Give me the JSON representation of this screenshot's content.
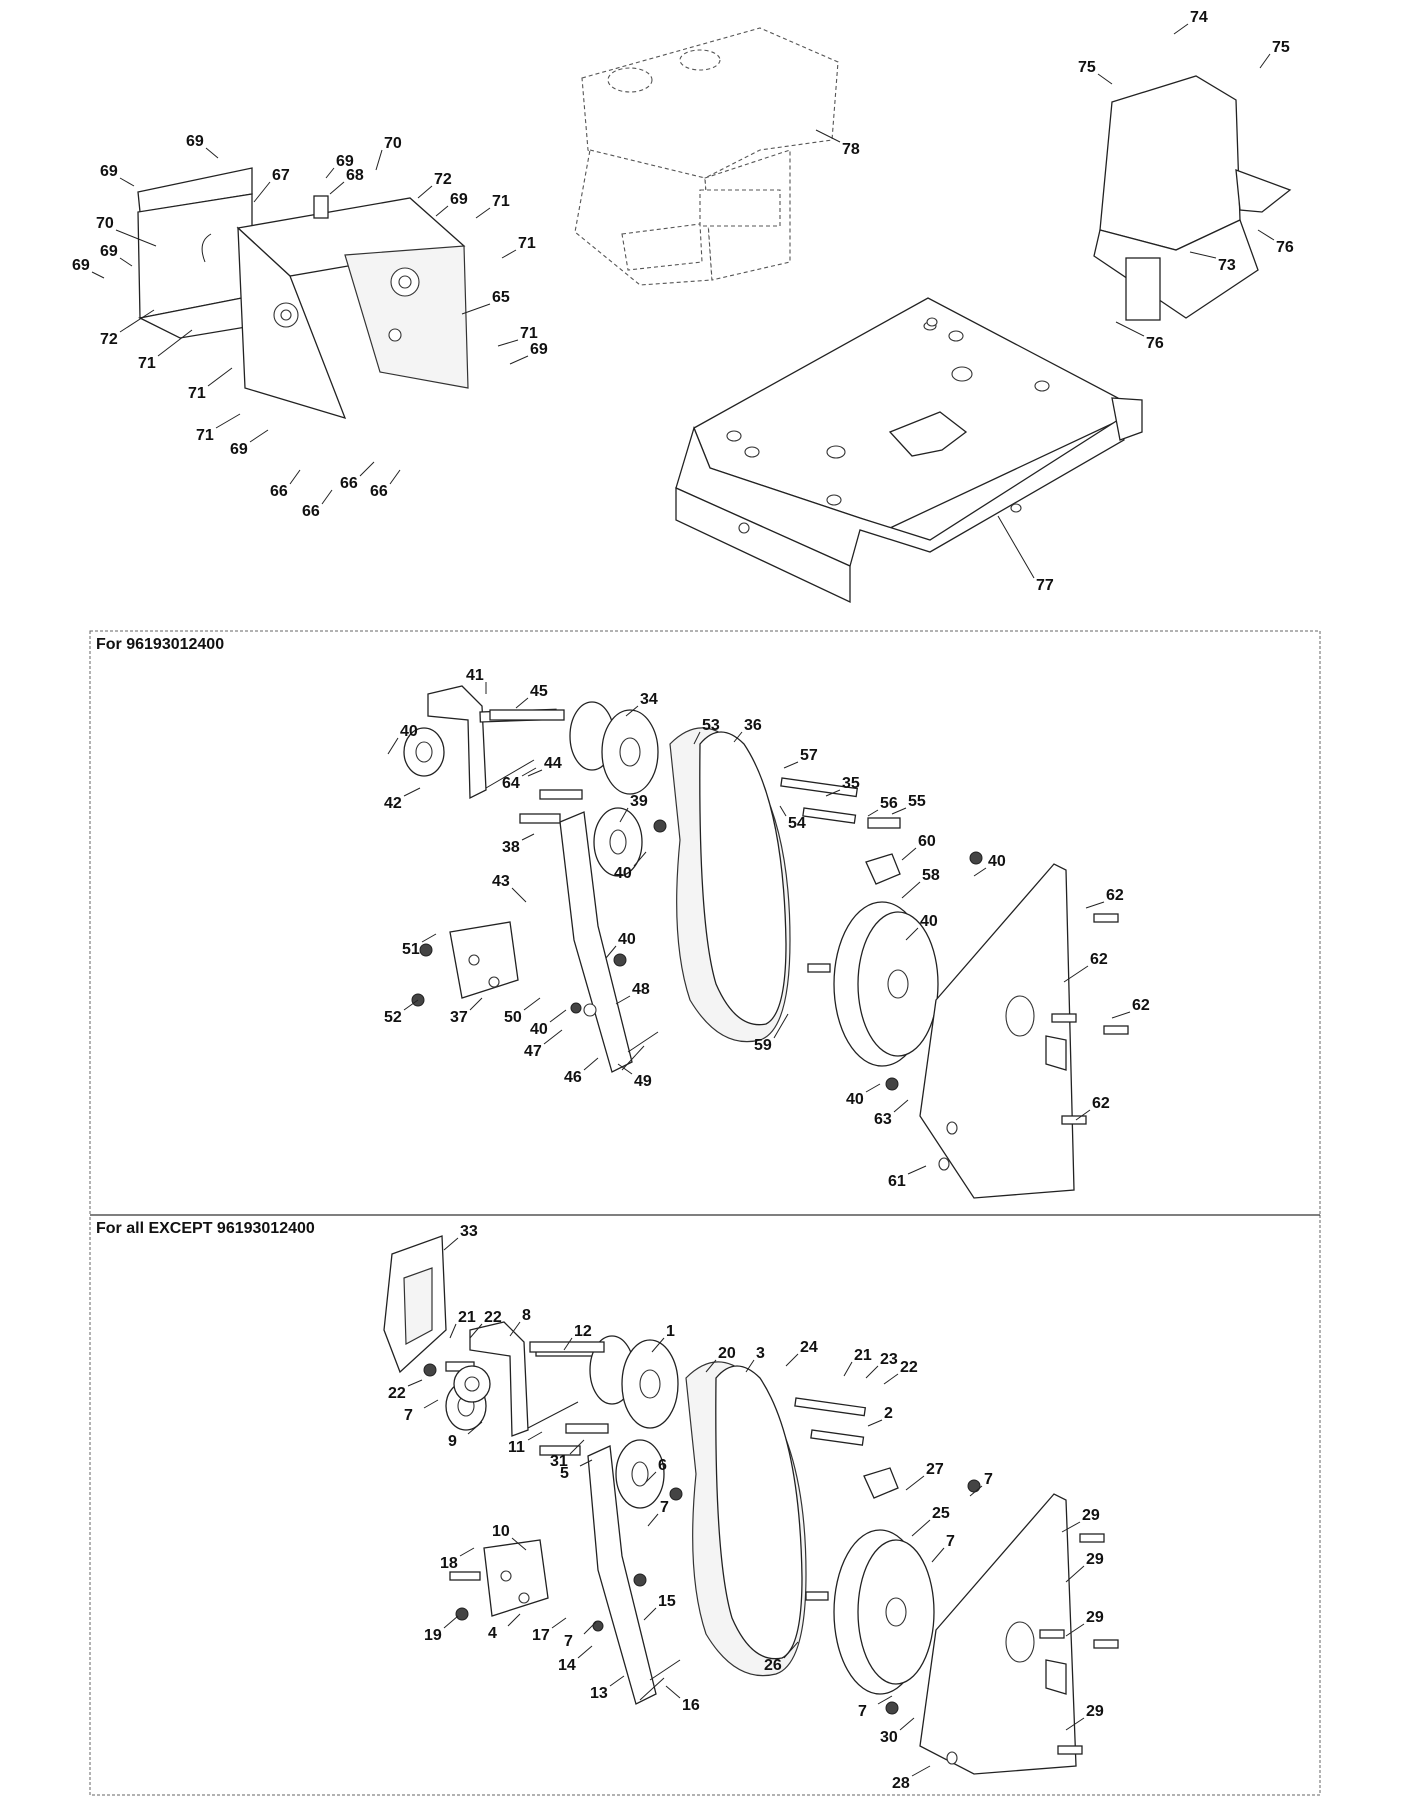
{
  "sections": [
    {
      "id": "upper",
      "title": ""
    },
    {
      "id": "middle",
      "title": "For 96193012400"
    },
    {
      "id": "lower",
      "title": "For all EXCEPT 96193012400"
    }
  ],
  "callouts": {
    "upper": [
      "69",
      "69",
      "70",
      "69",
      "68",
      "67",
      "70",
      "72",
      "69",
      "71",
      "69",
      "69",
      "71",
      "72",
      "65",
      "71",
      "71",
      "71",
      "69",
      "71",
      "69",
      "66",
      "66",
      "66",
      "66",
      "74",
      "75",
      "75",
      "78",
      "76",
      "73",
      "76",
      "77"
    ],
    "middle": [
      "41",
      "45",
      "34",
      "53",
      "36",
      "40",
      "44",
      "57",
      "42",
      "64",
      "39",
      "35",
      "56",
      "55",
      "54",
      "38",
      "60",
      "40",
      "40",
      "43",
      "58",
      "40",
      "62",
      "51",
      "40",
      "48",
      "62",
      "52",
      "37",
      "50",
      "40",
      "62",
      "47",
      "59",
      "46",
      "49",
      "40",
      "63",
      "62",
      "61"
    ],
    "lower": [
      "33",
      "21",
      "22",
      "8",
      "12",
      "1",
      "20",
      "3",
      "24",
      "21",
      "23",
      "22",
      "22",
      "7",
      "2",
      "9",
      "11",
      "31",
      "6",
      "5",
      "27",
      "7",
      "7",
      "29",
      "10",
      "25",
      "7",
      "18",
      "29",
      "29",
      "15",
      "17",
      "7",
      "4",
      "19",
      "14",
      "26",
      "13",
      "16",
      "7",
      "30",
      "29",
      "28"
    ]
  }
}
